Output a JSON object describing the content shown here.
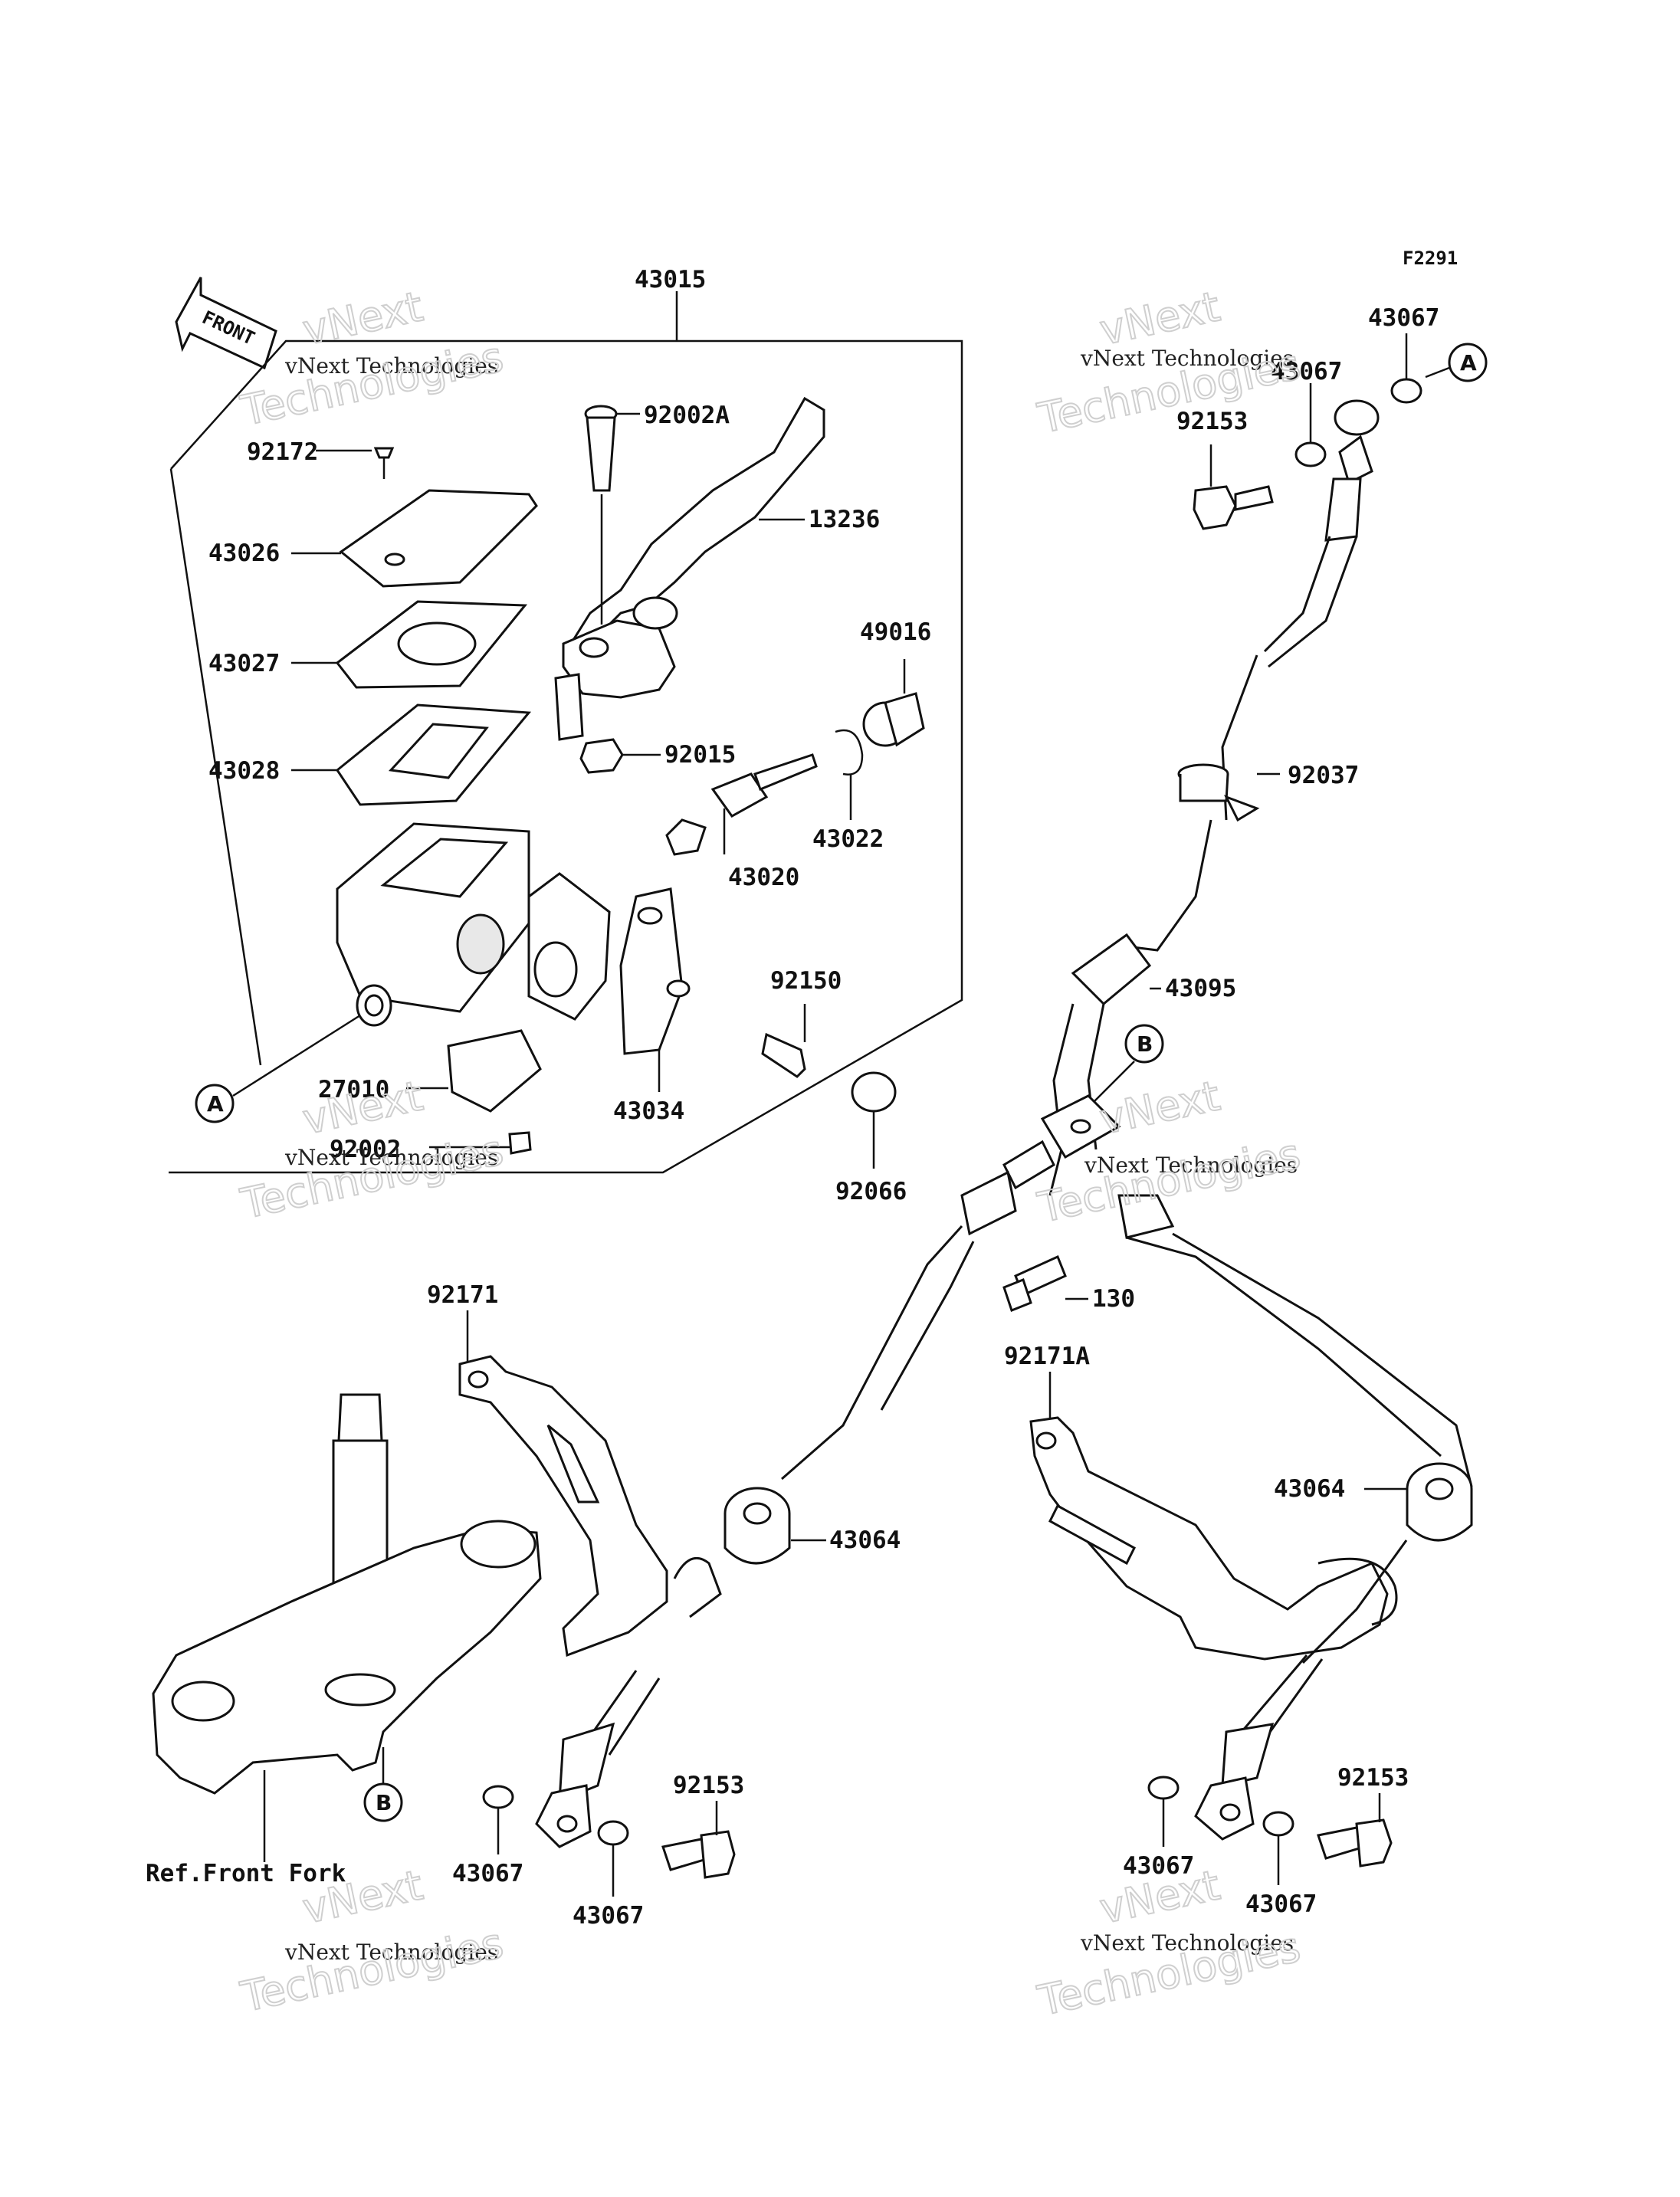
{
  "figure_code": "F2291",
  "front_tag": "FRONT",
  "ref_note": "Ref.Front Fork",
  "watermark": {
    "line1": "vNext",
    "line2": "vNext Technologies",
    "line3": "Technologies"
  },
  "reference_markers": {
    "a": "A",
    "b": "B"
  },
  "parts": {
    "p43015": "43015",
    "p92002A": "92002A",
    "p92172": "92172",
    "p13236": "13236",
    "p43026": "43026",
    "p43027": "43027",
    "p49016": "49016",
    "p43028": "43028",
    "p92015": "92015",
    "p43022": "43022",
    "p43020": "43020",
    "p92150": "92150",
    "p27010": "27010",
    "p92002": "92002",
    "p43034": "43034",
    "p92066": "92066",
    "p43067_top1": "43067",
    "p43067_top2": "43067",
    "p92153_top": "92153",
    "p92037": "92037",
    "p43095": "43095",
    "p130": "130",
    "p92171": "92171",
    "p92171A": "92171A",
    "p43064_left": "43064",
    "p43064_right": "43064",
    "p92153_left": "92153",
    "p43067_l1": "43067",
    "p43067_l2": "43067",
    "p92153_right": "92153",
    "p43067_r1": "43067",
    "p43067_r2": "43067"
  }
}
